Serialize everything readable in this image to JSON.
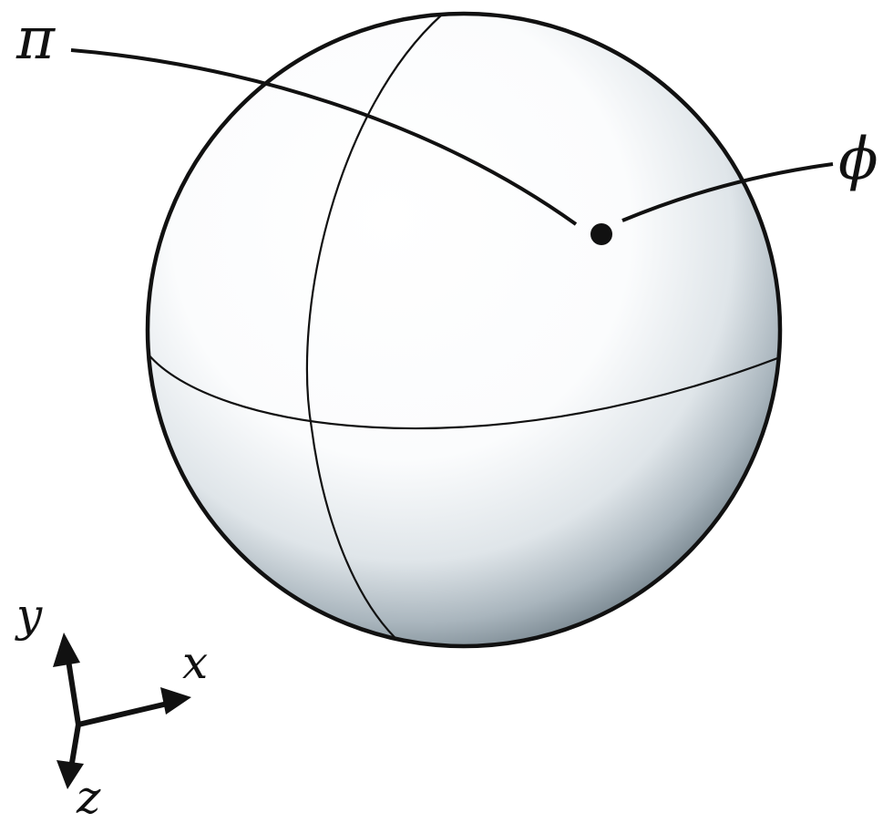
{
  "labels": {
    "plane": "π",
    "point": "ϕ"
  },
  "axes": {
    "x": "x",
    "y": "y",
    "z": "z"
  },
  "colors": {
    "stroke": "#111111",
    "sphere_highlight": "#ffffff",
    "sphere_shadow": "#7f8d96"
  }
}
